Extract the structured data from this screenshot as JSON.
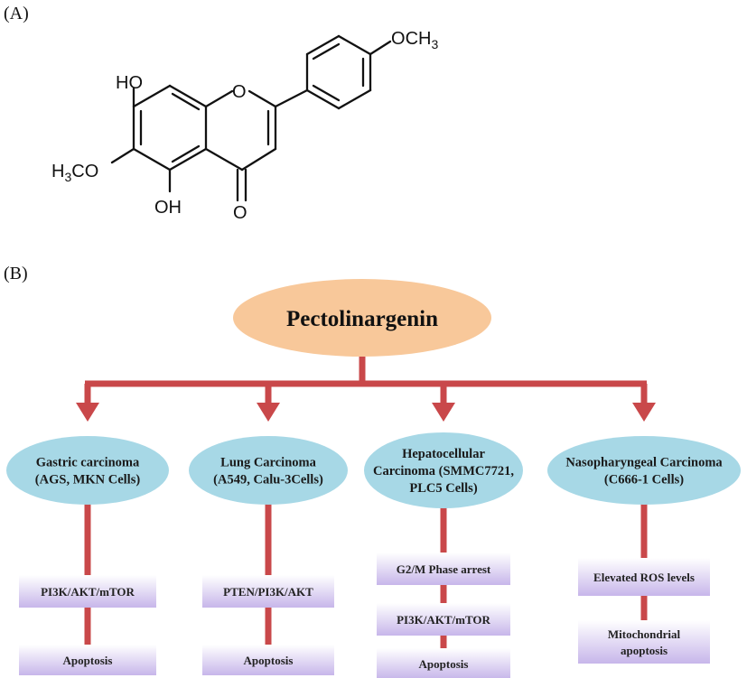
{
  "panels": {
    "a_label": "(A)",
    "b_label": "(B)"
  },
  "molecule": {
    "groups": {
      "ho": "HO",
      "oh": "OH",
      "ring_o": "O",
      "ketone_o": "O",
      "methoxy_top": "OCH3",
      "methoxy_left": "H3CO"
    }
  },
  "flow": {
    "root": "Pectolinargenin",
    "colors": {
      "root_fill": "#f8c89a",
      "ellipse_fill": "#a7d8e6",
      "arrow": "#c9484a",
      "box_top": "#ffffff",
      "box_bottom": "#c7b6ea"
    },
    "branches": [
      {
        "line1": "Gastric carcinoma",
        "line2": "(AGS, MKN Cells)",
        "line3": "",
        "steps": [
          "PI3K/AKT/mTOR",
          "Apoptosis"
        ]
      },
      {
        "line1": "Lung Carcinoma",
        "line2": "(A549, Calu-3Cells)",
        "line3": "",
        "steps": [
          "PTEN/PI3K/AKT",
          "Apoptosis"
        ]
      },
      {
        "line1": "Hepatocellular",
        "line2": "Carcinoma (SMMC7721,",
        "line3": "PLC5 Cells)",
        "steps": [
          "G2/M Phase arrest",
          "PI3K/AKT/mTOR",
          "Apoptosis"
        ]
      },
      {
        "line1": "Nasopharyngeal Carcinoma",
        "line2": "(C666-1 Cells)",
        "line3": "",
        "steps": [
          "Elevated ROS levels",
          "Mitochondrial",
          "apoptosis"
        ]
      }
    ]
  }
}
